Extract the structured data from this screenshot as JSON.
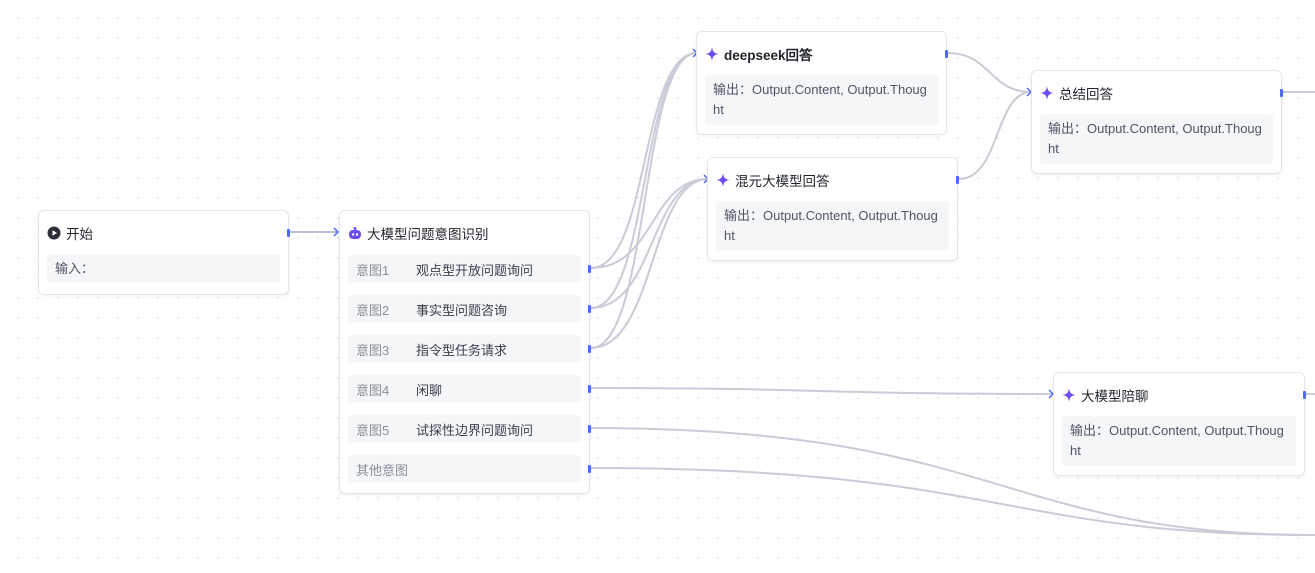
{
  "nodes": {
    "start": {
      "title": "开始",
      "field": "输入："
    },
    "intent": {
      "title": "大模型问题意图识别",
      "rows": [
        {
          "key": "意图1",
          "value": "观点型开放问题询问"
        },
        {
          "key": "意图2",
          "value": "事实型问题咨询"
        },
        {
          "key": "意图3",
          "value": "指令型任务请求"
        },
        {
          "key": "意图4",
          "value": "闲聊"
        },
        {
          "key": "意图5",
          "value": "试探性边界问题询问"
        },
        {
          "key": "其他意图",
          "value": ""
        }
      ]
    },
    "deepseek": {
      "title": "deepseek回答",
      "field": "输出：Output.Content, Output.Thought"
    },
    "hunyuan": {
      "title": "混元大模型回答",
      "field": "输出：Output.Content, Output.Thought"
    },
    "summary": {
      "title": "总结回答",
      "field": "输出：Output.Content, Output.Thought"
    },
    "chat": {
      "title": "大模型陪聊",
      "field": "输出：Output.Content, Output.Thought"
    }
  },
  "colors": {
    "accent": "#4d6bfe",
    "llm_icon": "#6e4cf5",
    "edge": "#c9cbd6"
  }
}
